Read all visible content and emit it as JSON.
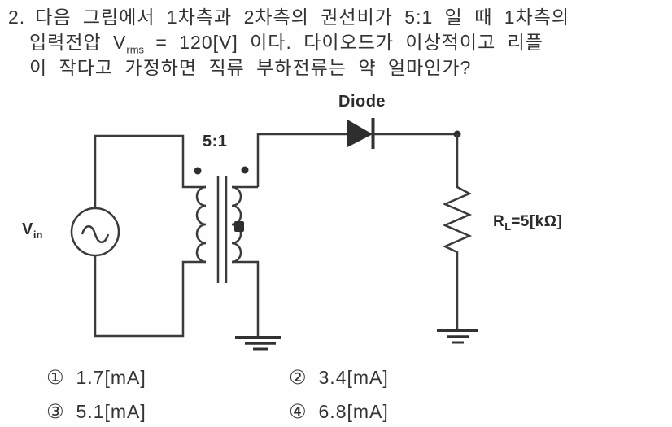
{
  "question": {
    "number": "2.",
    "line1": "다음 그림에서 1차측과 2차측의 권선비가 5:1 일 때 1차측의",
    "line2_pre": "입력전압 V",
    "line2_sub": "rms",
    "line2_post": " = 120[V] 이다. 다이오드가 이상적이고 리플",
    "line3": "이 작다고 가정하면 직류 부하전류는 약 얼마인가?"
  },
  "circuit": {
    "source_label": "V",
    "source_label_sub": "in",
    "turns_ratio": "5:1",
    "diode_label": "Diode",
    "load_label_pre": "R",
    "load_label_sub": "L",
    "load_label_post": "=5[kΩ]"
  },
  "options": [
    {
      "num": "①",
      "text": "1.7[mA]"
    },
    {
      "num": "②",
      "text": "3.4[mA]"
    },
    {
      "num": "③",
      "text": "5.1[mA]"
    },
    {
      "num": "④",
      "text": "6.8[mA]"
    }
  ],
  "colors": {
    "ink": "#333333",
    "line": "#3a3a3a",
    "background": "#fefefe"
  }
}
